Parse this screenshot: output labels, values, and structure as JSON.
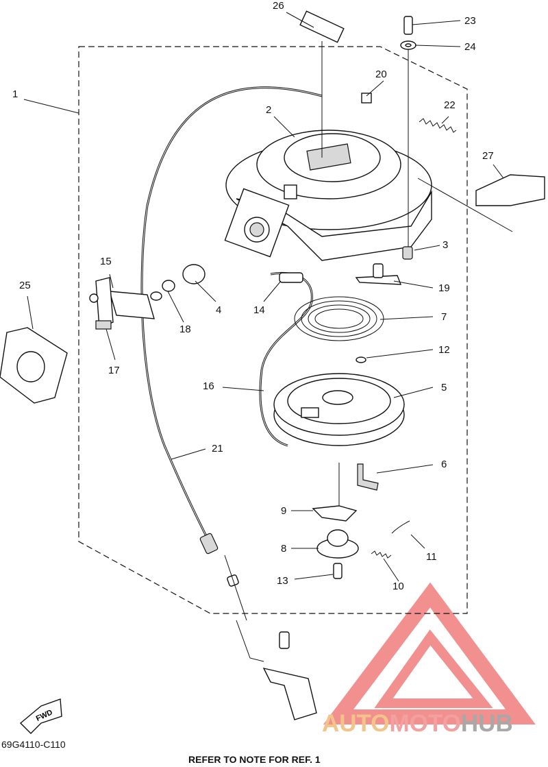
{
  "diagram": {
    "code": "69G4110-C110",
    "footer_note": "REFER TO NOTE FOR REF. 1",
    "fwd_label": "FWD"
  },
  "watermark": {
    "text_auto": "AUTO",
    "text_moto": "MOTO",
    "text_hub": "HUB",
    "color_auto": "#f3c48a",
    "color_moto": "#f2a0a0",
    "color_hub": "#a8a8a8",
    "logo_color": "#f07c7c"
  },
  "callouts": [
    {
      "id": "c1",
      "label": "1"
    },
    {
      "id": "c2",
      "label": "2"
    },
    {
      "id": "c3",
      "label": "3"
    },
    {
      "id": "c4",
      "label": "4"
    },
    {
      "id": "c5",
      "label": "5"
    },
    {
      "id": "c6",
      "label": "6"
    },
    {
      "id": "c7",
      "label": "7"
    },
    {
      "id": "c8",
      "label": "8"
    },
    {
      "id": "c9",
      "label": "9"
    },
    {
      "id": "c10",
      "label": "10"
    },
    {
      "id": "c11",
      "label": "11"
    },
    {
      "id": "c12",
      "label": "12"
    },
    {
      "id": "c13",
      "label": "13"
    },
    {
      "id": "c14",
      "label": "14"
    },
    {
      "id": "c15",
      "label": "15"
    },
    {
      "id": "c16",
      "label": "16"
    },
    {
      "id": "c17",
      "label": "17"
    },
    {
      "id": "c18",
      "label": "18"
    },
    {
      "id": "c19",
      "label": "19"
    },
    {
      "id": "c20",
      "label": "20"
    },
    {
      "id": "c21",
      "label": "21"
    },
    {
      "id": "c22",
      "label": "22"
    },
    {
      "id": "c23",
      "label": "23"
    },
    {
      "id": "c24",
      "label": "24"
    },
    {
      "id": "c25",
      "label": "25"
    },
    {
      "id": "c26",
      "label": "26"
    },
    {
      "id": "c27",
      "label": "27"
    }
  ]
}
